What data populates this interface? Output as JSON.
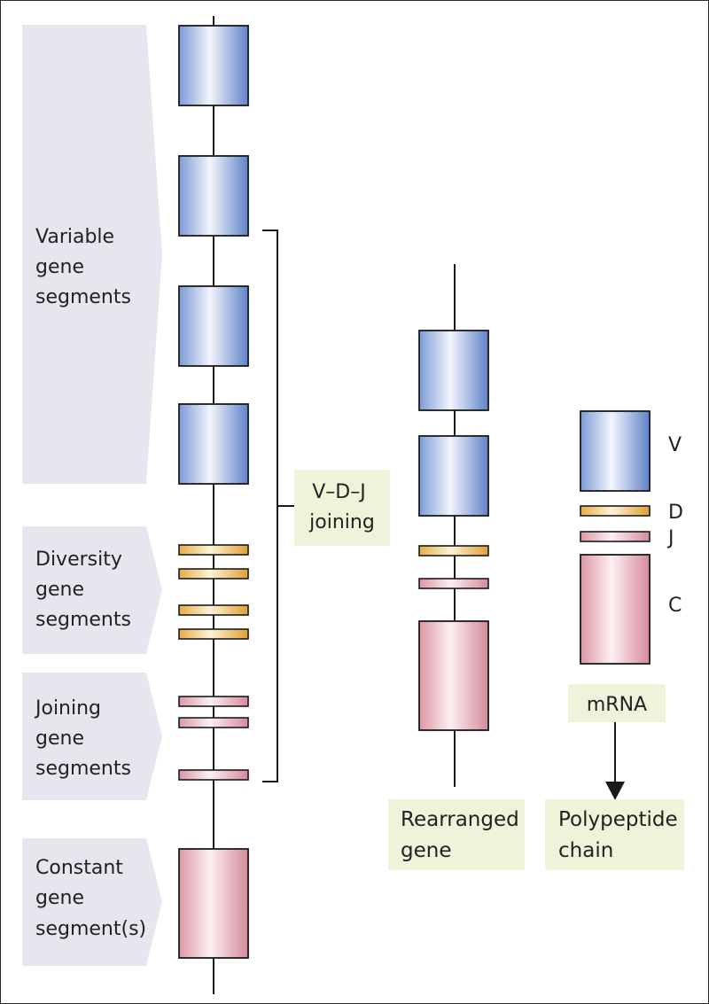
{
  "colors": {
    "page_border": "#2a2a2a",
    "label_panel": "#e6e7ee",
    "note_box": "#f1f2da",
    "variable_blue_edge": "#6f8fce",
    "variable_blue_mid": "#eef2fb",
    "diversity_orange_edge": "#e3a640",
    "diversity_orange_mid": "#fbf0cf",
    "joining_pink_edge": "#d98f9d",
    "joining_pink_mid": "#fbeef1",
    "line": "#1a1a1a"
  },
  "germline": {
    "variable_label": [
      "Variable",
      "gene",
      "segments"
    ],
    "diversity_label": [
      "Diversity",
      "gene",
      "segments"
    ],
    "joining_label": [
      "Joining",
      "gene",
      "segments"
    ],
    "constant_label": [
      "Constant",
      "gene",
      "segment(s)"
    ]
  },
  "joining_note": [
    "V–D–J",
    "joining"
  ],
  "rearranged_label": [
    "Rearranged",
    "gene"
  ],
  "mrna": {
    "label": "mRNA",
    "segment_labels": [
      "V",
      "D",
      "J",
      "C"
    ]
  },
  "polypeptide_label": [
    "Polypeptide",
    "chain"
  ]
}
